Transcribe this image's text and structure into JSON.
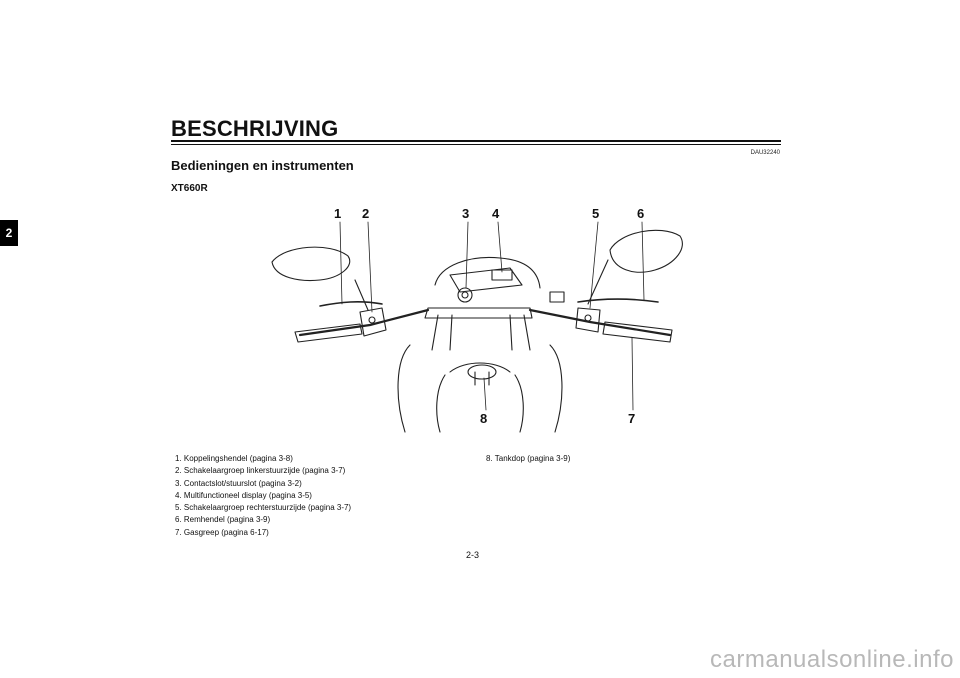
{
  "header": {
    "title": "BESCHRIJVING",
    "chapter_tab": "2",
    "doc_code": "DAU32240"
  },
  "section": {
    "title": "Bedieningen en instrumenten",
    "model": "XT660R"
  },
  "figure": {
    "callouts": [
      "1",
      "2",
      "3",
      "4",
      "5",
      "6",
      "7",
      "8"
    ]
  },
  "legend": {
    "left": [
      "1.  Koppelingshendel (pagina 3-8)",
      "2.  Schakelaargroep linkerstuurzijde (pagina 3-7)",
      "3.  Contactslot/stuurslot (pagina 3-2)",
      "4.  Multifunctioneel display (pagina 3-5)",
      "5.  Schakelaargroep rechterstuurzijde (pagina 3-7)",
      "6.  Remhendel (pagina 3-9)",
      "7.  Gasgreep (pagina 6-17)"
    ],
    "right": [
      "8.  Tankdop (pagina 3-9)"
    ]
  },
  "footer": {
    "page_number": "2-3",
    "watermark": "carmanualsonline.info"
  }
}
